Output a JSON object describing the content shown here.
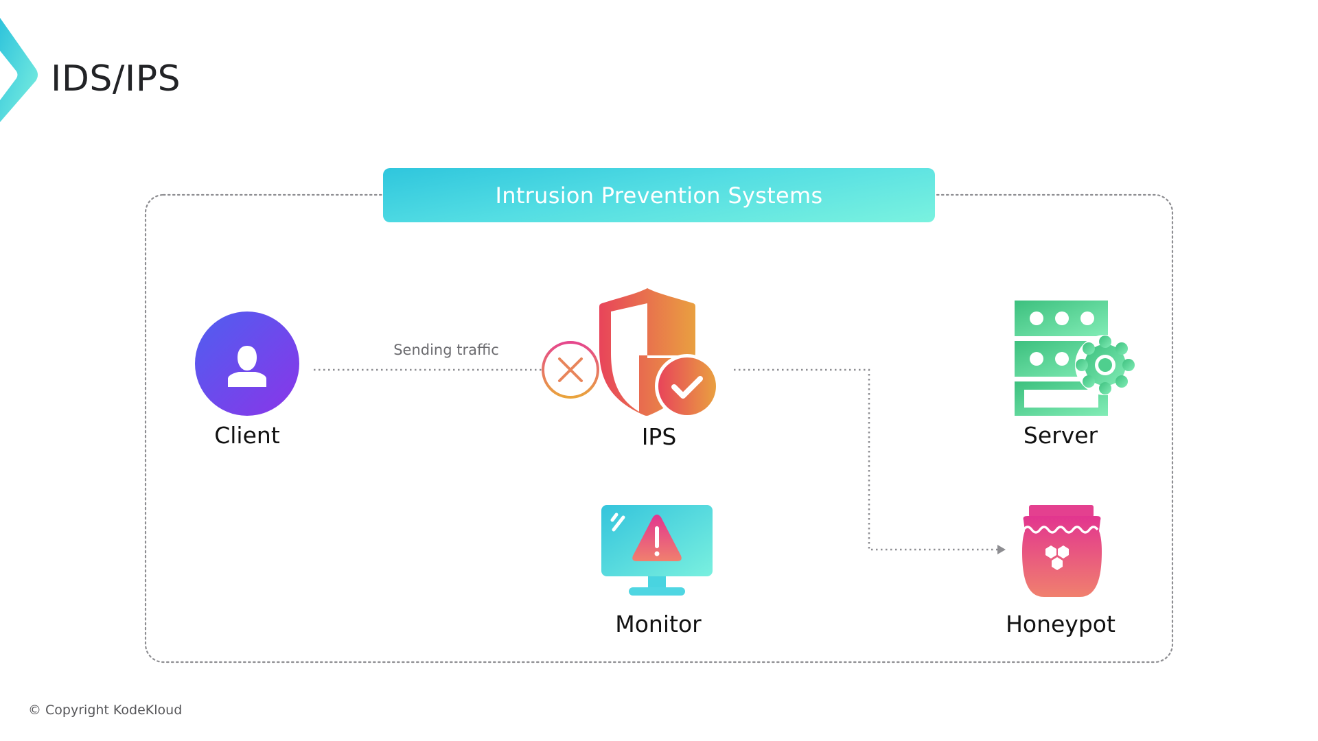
{
  "header": {
    "title": "IDS/IPS",
    "logo_icon": "chevron-right-logo-icon"
  },
  "diagram": {
    "banner_title": "Intrusion Prevention Systems",
    "nodes": {
      "client": {
        "label": "Client",
        "icon": "user-icon"
      },
      "ips": {
        "label": "IPS",
        "icon": "shield-check-icon",
        "block_icon": "x-circle-icon"
      },
      "server": {
        "label": "Server",
        "icon": "server-gear-icon"
      },
      "monitor": {
        "label": "Monitor",
        "icon": "monitor-alert-icon"
      },
      "honeypot": {
        "label": "Honeypot",
        "icon": "honey-jar-icon"
      }
    },
    "edges": [
      {
        "from": "Client",
        "to": "IPS",
        "label": "Sending traffic",
        "style": "dotted"
      },
      {
        "from": "IPS",
        "to": "Honeypot",
        "label": "",
        "style": "dotted-arrow"
      }
    ]
  },
  "colors": {
    "banner_start": "#2fc6dd",
    "banner_end": "#7af2df",
    "client_start": "#4f5ff0",
    "client_end": "#8a35e8",
    "ips_start": "#e8445a",
    "ips_end": "#e9a040",
    "server_start": "#3cc07e",
    "server_end": "#82ecb6",
    "honeypot_start": "#e2358f",
    "honeypot_end": "#f0806e",
    "connector": "#8a8a8e"
  },
  "footer": {
    "copyright": "© Copyright KodeKloud"
  }
}
